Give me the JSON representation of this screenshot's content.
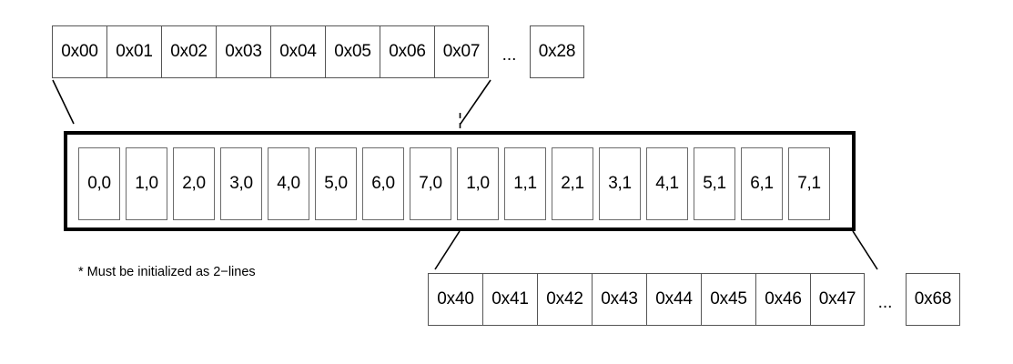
{
  "diagram": {
    "title": "Cache line / memory address mapping diagram",
    "background_color": "#ffffff",
    "line_color": "#000000",
    "cell_border_color": "#555555",
    "slot_border_color": "#6b6b6b"
  },
  "top_row": {
    "name": "upper-address-row",
    "cells": [
      {
        "label": "0x00"
      },
      {
        "label": "0x01"
      },
      {
        "label": "0x02"
      },
      {
        "label": "0x03"
      },
      {
        "label": "0x04"
      },
      {
        "label": "0x05"
      },
      {
        "label": "0x06"
      },
      {
        "label": "0x07"
      }
    ],
    "ellipsis": "...",
    "tail_cell": {
      "label": "0x28"
    }
  },
  "bar": {
    "name": "cache-line-buffer",
    "slots": [
      {
        "label": "0,0"
      },
      {
        "label": "1,0"
      },
      {
        "label": "2,0"
      },
      {
        "label": "3,0"
      },
      {
        "label": "4,0"
      },
      {
        "label": "5,0"
      },
      {
        "label": "6,0"
      },
      {
        "label": "7,0"
      },
      {
        "label": "1,0"
      },
      {
        "label": "1,1"
      },
      {
        "label": "2,1"
      },
      {
        "label": "3,1"
      },
      {
        "label": "4,1"
      },
      {
        "label": "5,1"
      },
      {
        "label": "6,1"
      },
      {
        "label": "7,1"
      }
    ],
    "divider_style": "dashed"
  },
  "bottom_row": {
    "name": "lower-address-row",
    "cells": [
      {
        "label": "0x40"
      },
      {
        "label": "0x41"
      },
      {
        "label": "0x42"
      },
      {
        "label": "0x43"
      },
      {
        "label": "0x44"
      },
      {
        "label": "0x45"
      },
      {
        "label": "0x46"
      },
      {
        "label": "0x47"
      }
    ],
    "ellipsis": "...",
    "tail_cell": {
      "label": "0x68"
    }
  },
  "footnote": {
    "text": "* Must be initialized as 2−lines"
  }
}
